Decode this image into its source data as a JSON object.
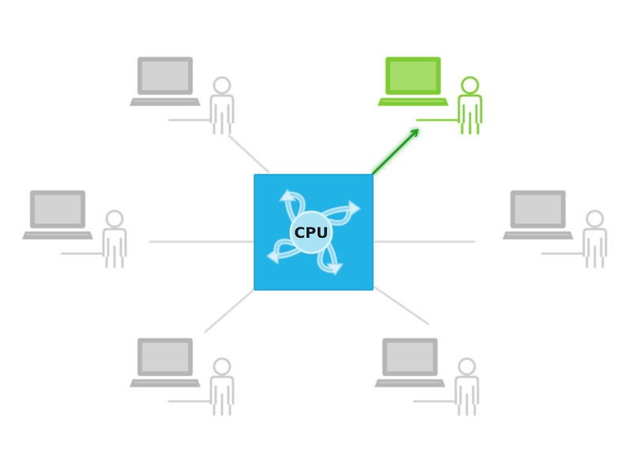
{
  "cpu": {
    "label": "CPU",
    "color": "#22b3e6",
    "edge_color": "#12a1d6",
    "glyph_color": "#d6f1fb",
    "text_color": "#1a1a1a"
  },
  "colors": {
    "inactive": "#cccccc",
    "inactive_fill": "#b5b5b5",
    "active": "#7fcc33",
    "active_light": "#a6dd6a",
    "arrow": "#2b9e2b"
  },
  "nodes": [
    {
      "name": "workstation-top-left",
      "state": "inactive"
    },
    {
      "name": "workstation-top-right",
      "state": "active"
    },
    {
      "name": "workstation-middle-left",
      "state": "inactive"
    },
    {
      "name": "workstation-middle-right",
      "state": "inactive"
    },
    {
      "name": "workstation-bottom-left",
      "state": "inactive"
    },
    {
      "name": "workstation-bottom-right",
      "state": "inactive"
    }
  ],
  "connections": [
    {
      "name": "link-top-left",
      "state": "inactive"
    },
    {
      "name": "link-top-right",
      "state": "active"
    },
    {
      "name": "link-middle-left",
      "state": "inactive"
    },
    {
      "name": "link-middle-right",
      "state": "inactive"
    },
    {
      "name": "link-bottom-left",
      "state": "inactive"
    },
    {
      "name": "link-bottom-right",
      "state": "inactive"
    }
  ],
  "icons": {
    "node_parts": [
      "laptop-icon",
      "user-icon"
    ],
    "cpu_glyph": "four-way-arrows-icon",
    "active_link": "arrow-icon"
  }
}
